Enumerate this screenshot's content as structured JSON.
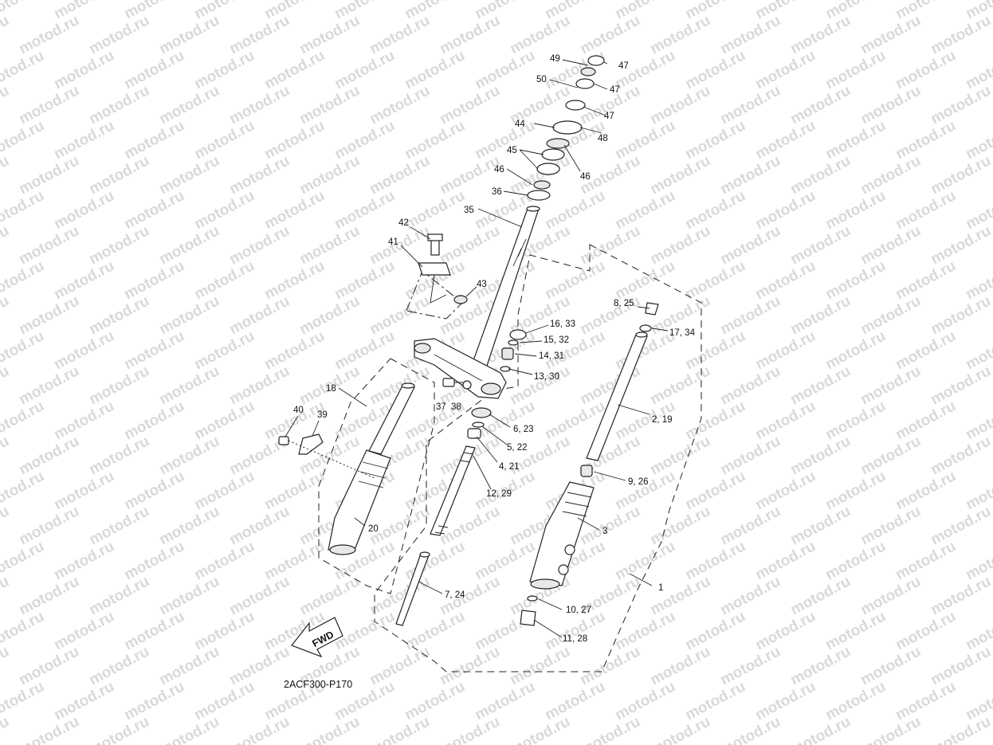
{
  "watermark": "motod.ru",
  "diagram_code": "2ACF300-P170",
  "fwd_label": "FWD",
  "labels": {
    "l1": "1",
    "l2_19": "2, 19",
    "l3": "3",
    "l4_21": "4, 21",
    "l5_22": "5, 22",
    "l6_23": "6, 23",
    "l7_24": "7, 24",
    "l8_25": "8, 25",
    "l9_26": "9, 26",
    "l10_27": "10, 27",
    "l11_28": "11, 28",
    "l12_29": "12, 29",
    "l13_30": "13, 30",
    "l14_31": "14, 31",
    "l15_32": "15, 32",
    "l16_33": "16, 33",
    "l17_34": "17, 34",
    "l18": "18",
    "l20": "20",
    "l35": "35",
    "l36": "36",
    "l37": "37",
    "l38": "38",
    "l39": "39",
    "l40": "40",
    "l41": "41",
    "l42": "42",
    "l43": "43",
    "l44": "44",
    "l45": "45",
    "l46a": "46",
    "l46b": "46",
    "l47a": "47",
    "l47b": "47",
    "l47c": "47",
    "l48": "48",
    "l49": "49",
    "l50": "50"
  }
}
